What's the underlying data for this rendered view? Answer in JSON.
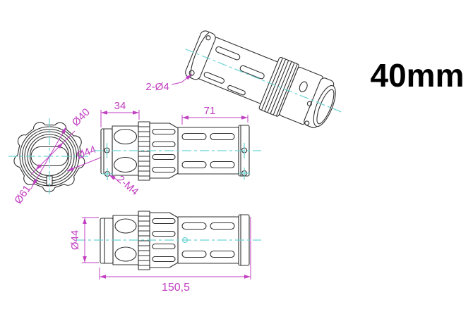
{
  "drawing": {
    "size_label": "40mm",
    "colors": {
      "background": "#ffffff",
      "outline": "#303030",
      "dimension": "#C13FC1",
      "centerline": "#6BD3D3",
      "label": "#000000"
    },
    "dims": {
      "iso_holes": "2-Ø4",
      "front_inner_dia": "Ø40",
      "front_mid_dia": "Ø44",
      "front_outer_dia": "Ø61",
      "side_section_len": "34",
      "side_body_len": "71",
      "side_thread_holes": "2-M4",
      "bottom_dia": "Ø44",
      "overall_len": "150,5"
    }
  }
}
